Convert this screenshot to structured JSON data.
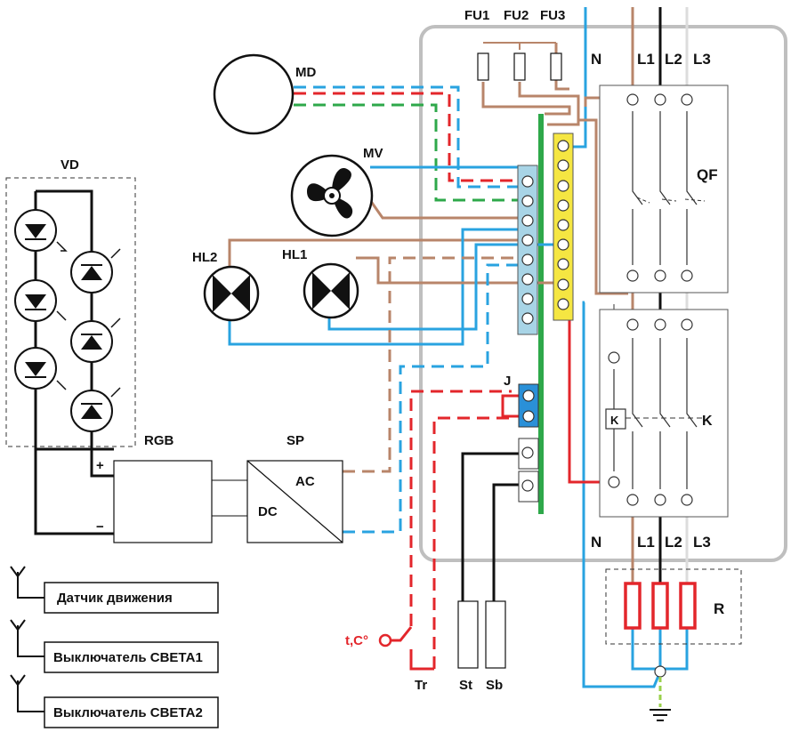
{
  "labels": {
    "fu1": "FU1",
    "fu2": "FU2",
    "fu3": "FU3",
    "n_top": "N",
    "l1_top": "L1",
    "l2_top": "L2",
    "l3_top": "L3",
    "n_bottom": "N",
    "l1_bottom": "L1",
    "l2_bottom": "L2",
    "l3_bottom": "L3",
    "md": "MD",
    "mv": "MV",
    "hl1": "HL1",
    "hl2": "HL2",
    "vd": "VD",
    "qf": "QF",
    "k_coil": "K",
    "k_contacts": "K",
    "j": "J",
    "rgb": "RGB",
    "sp": "SP",
    "ac": "AC",
    "dc": "DC",
    "plus": "+",
    "minus": "−",
    "r": "R",
    "t_sensor": "t,C°",
    "tr": "Tr",
    "st": "St",
    "sb": "Sb"
  },
  "legend": [
    "Датчик движения",
    "Выключатель СВЕТА1",
    "Выключатель СВЕТА2"
  ],
  "colors": {
    "neutral": "#29a3e0",
    "l1": "#b8856a",
    "l2": "#111111",
    "l3": "#dcdcdc",
    "signal": "#e3262b",
    "ground": "#2ea84a",
    "n_bus": "#a8d4e6",
    "l_bus": "#f5e642",
    "j_block": "#2a90d8",
    "enclosure": "#bfbfbf"
  }
}
